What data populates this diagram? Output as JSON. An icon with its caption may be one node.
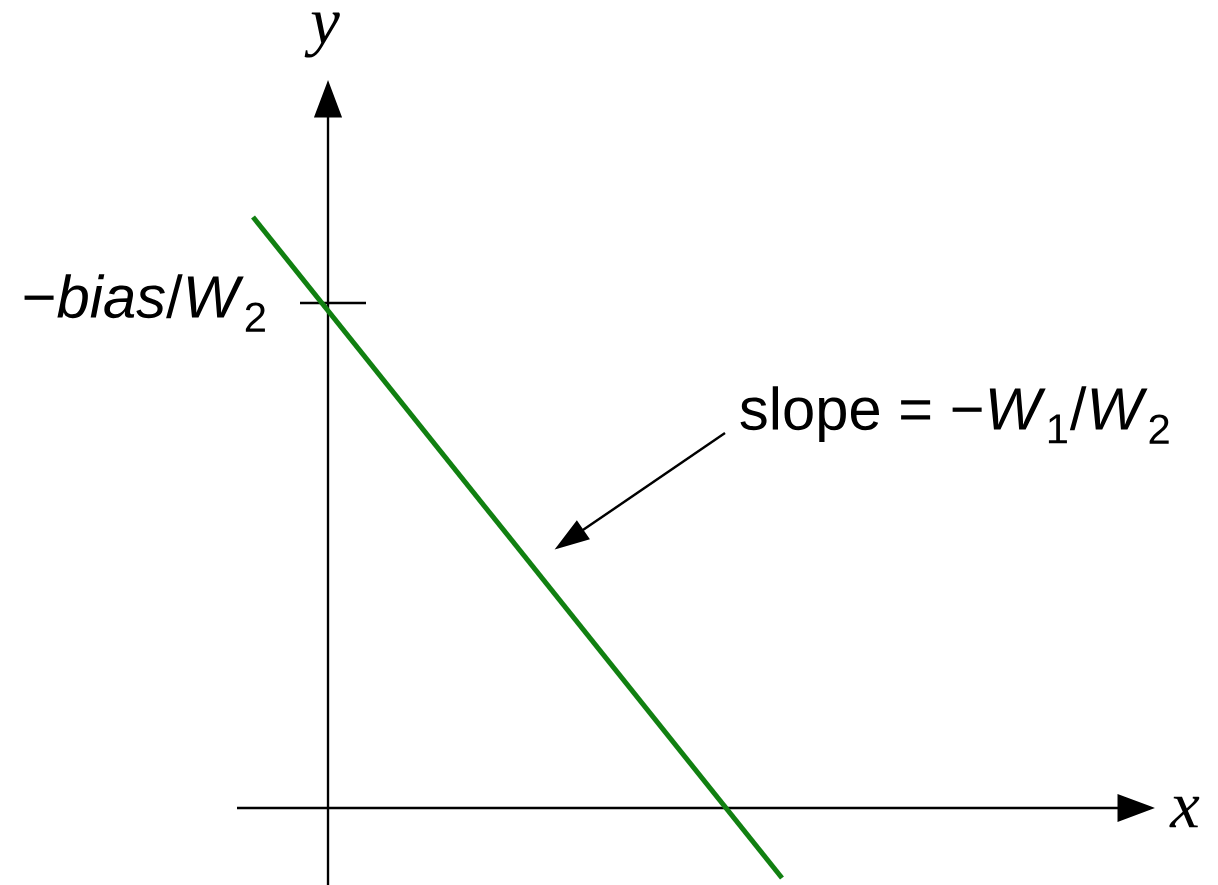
{
  "diagram": {
    "nodes": [
      {
        "text": [
          "slope = −*W*$_{1}$/*W*$_{2}$"
        ]
      },
      {
        "text": [],
        "shape": "line"
      }
    ],
    "edges": [
      {
        "from": 0,
        "to": 1,
        "arrow": "to"
      }
    ],
    "labels": [
      "y",
      "−*bias*/*W*$_{2}$",
      "x"
    ]
  }
}
